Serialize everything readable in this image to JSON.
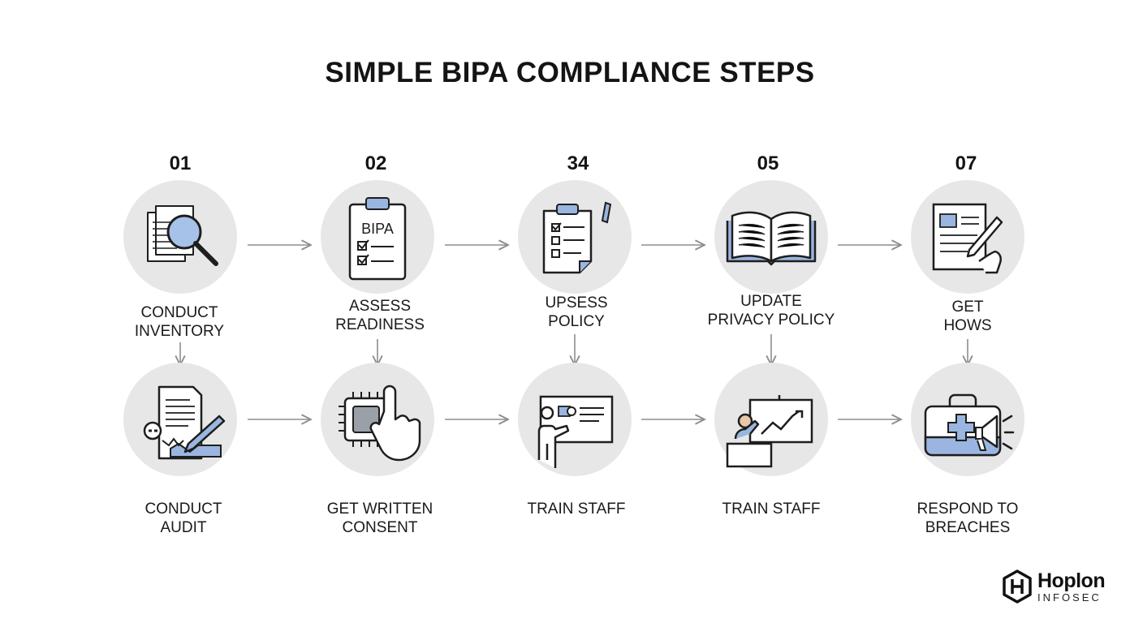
{
  "title": "SIMPLE BIPA COMPLIANCE STEPS",
  "steps_top": [
    {
      "number": "01",
      "label_lines": [
        "CONDUCT",
        "INVENTORY"
      ],
      "icon": "documents-magnifier-icon"
    },
    {
      "number": "02",
      "label_lines": [
        "ASSESS",
        "READINESS"
      ],
      "icon": "clipboard-checklist-icon",
      "icon_text": "BIPA"
    },
    {
      "number": "34",
      "label_lines": [
        "UPSESS",
        "POLICY"
      ],
      "icon": "checklist-pencil-icon"
    },
    {
      "number": "05",
      "label_lines": [
        "UPDATE",
        "PRIVACY POLICY"
      ],
      "icon": "open-book-icon"
    },
    {
      "number": "07",
      "label_lines": [
        "GET",
        "HOWS"
      ],
      "icon": "signing-document-icon"
    }
  ],
  "steps_bottom": [
    {
      "label_lines": [
        "CONDUCT",
        "AUDIT"
      ],
      "icon": "audit-document-pen-icon"
    },
    {
      "label_lines": [
        "GET WRITTEN",
        "CONSENT"
      ],
      "icon": "fingerprint-chip-hand-icon"
    },
    {
      "label_lines": [
        "TRAIN STAFF"
      ],
      "icon": "presenter-board-icon"
    },
    {
      "label_lines": [
        "TRAIN STAFF"
      ],
      "icon": "presenter-chart-icon"
    },
    {
      "label_lines": [
        "RESPOND TO",
        "BREACHES"
      ],
      "icon": "first-aid-megaphone-icon"
    }
  ],
  "brand": {
    "name": "Hoplon",
    "sub": "INFOSEC",
    "icon": "hexagon-h-logo-icon"
  },
  "colors": {
    "circle": "#e7e7e7",
    "accent": "#9ab6e0",
    "stroke": "#1e1e1e",
    "arrow": "#8d8d8d"
  }
}
